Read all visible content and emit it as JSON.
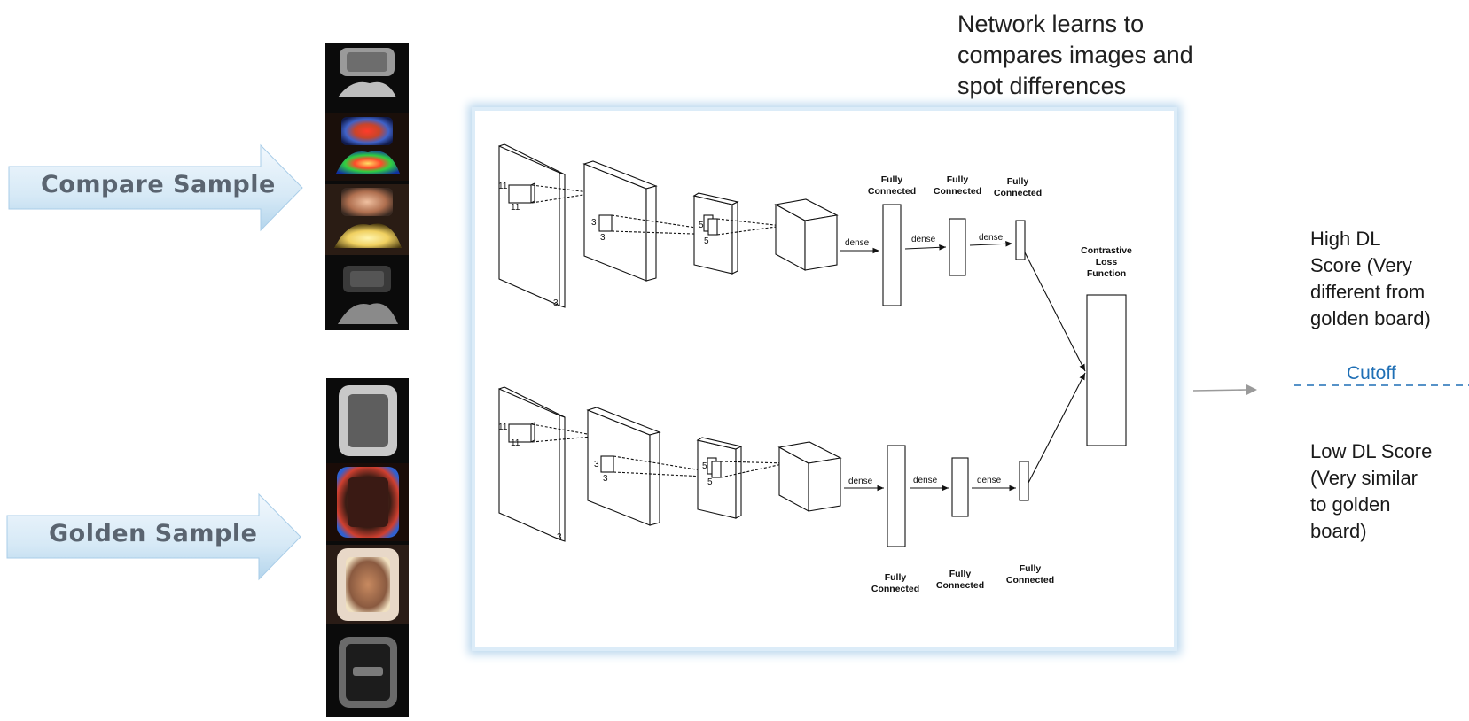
{
  "inputs": {
    "compare_label": "Compare Sample",
    "golden_label": "Golden Sample"
  },
  "heading": {
    "line1": "Network learns to",
    "line2": "compares images and",
    "line3": "spot differences"
  },
  "network": {
    "dims": {
      "top_11a": "11",
      "top_11b": "11",
      "top_3a": "3",
      "top_3b": "3",
      "top_5a": "5",
      "top_5b": "5",
      "top_3c": "3",
      "bot_11a": "11",
      "bot_11b": "11",
      "bot_3a": "3",
      "bot_3b": "3",
      "bot_5a": "5",
      "bot_5b": "5",
      "bot_3c": "3"
    },
    "dense": "dense",
    "fc_line1": "Fully",
    "fc_line2": "Connected",
    "loss_line1": "Contrastive",
    "loss_line2": "Loss",
    "loss_line3": "Function"
  },
  "output": {
    "high": [
      "High DL",
      "Score (Very",
      "different from",
      "golden board)"
    ],
    "cutoff": "Cutoff",
    "low": [
      "Low DL Score",
      "(Very similar",
      "to golden",
      "board)"
    ]
  },
  "colors": {
    "arrow_light": "#eef6fc",
    "arrow_dark": "#b9d9ef",
    "panel_glow": "#bcd8ee",
    "cutoff": "#1f6fb5"
  }
}
